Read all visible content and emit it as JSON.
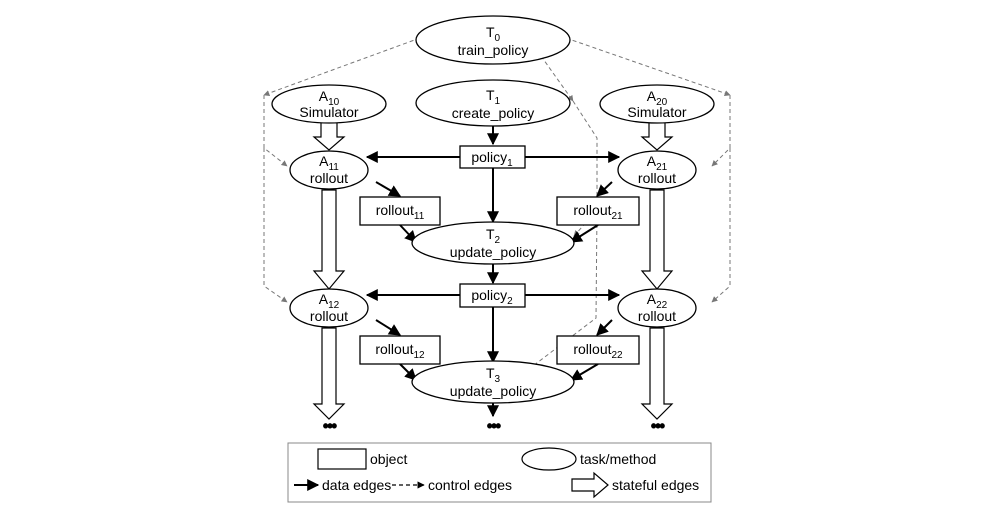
{
  "nodes": {
    "t0": {
      "main": "T",
      "sub": "0",
      "name": "train_policy"
    },
    "t1": {
      "main": "T",
      "sub": "1",
      "name": "create_policy"
    },
    "a10": {
      "main": "A",
      "sub": "10",
      "name": "Simulator"
    },
    "a20": {
      "main": "A",
      "sub": "20",
      "name": "Simulator"
    },
    "policy1": {
      "main": "policy",
      "sub": "1"
    },
    "a11": {
      "main": "A",
      "sub": "11",
      "name": "rollout"
    },
    "a21": {
      "main": "A",
      "sub": "21",
      "name": "rollout"
    },
    "rollout11": {
      "main": "rollout",
      "sub": "11"
    },
    "rollout21": {
      "main": "rollout",
      "sub": "21"
    },
    "t2": {
      "main": "T",
      "sub": "2",
      "name": "update_policy"
    },
    "policy2": {
      "main": "policy",
      "sub": "2"
    },
    "a12": {
      "main": "A",
      "sub": "12",
      "name": "rollout"
    },
    "a22": {
      "main": "A",
      "sub": "22",
      "name": "rollout"
    },
    "rollout12": {
      "main": "rollout",
      "sub": "12"
    },
    "rollout22": {
      "main": "rollout",
      "sub": "22"
    },
    "t3": {
      "main": "T",
      "sub": "3",
      "name": "update_policy"
    }
  },
  "continuation": "•••",
  "legend": {
    "object": "object",
    "task": "task/method",
    "data": "data edges",
    "control": "control edges",
    "stateful": "stateful edges"
  }
}
